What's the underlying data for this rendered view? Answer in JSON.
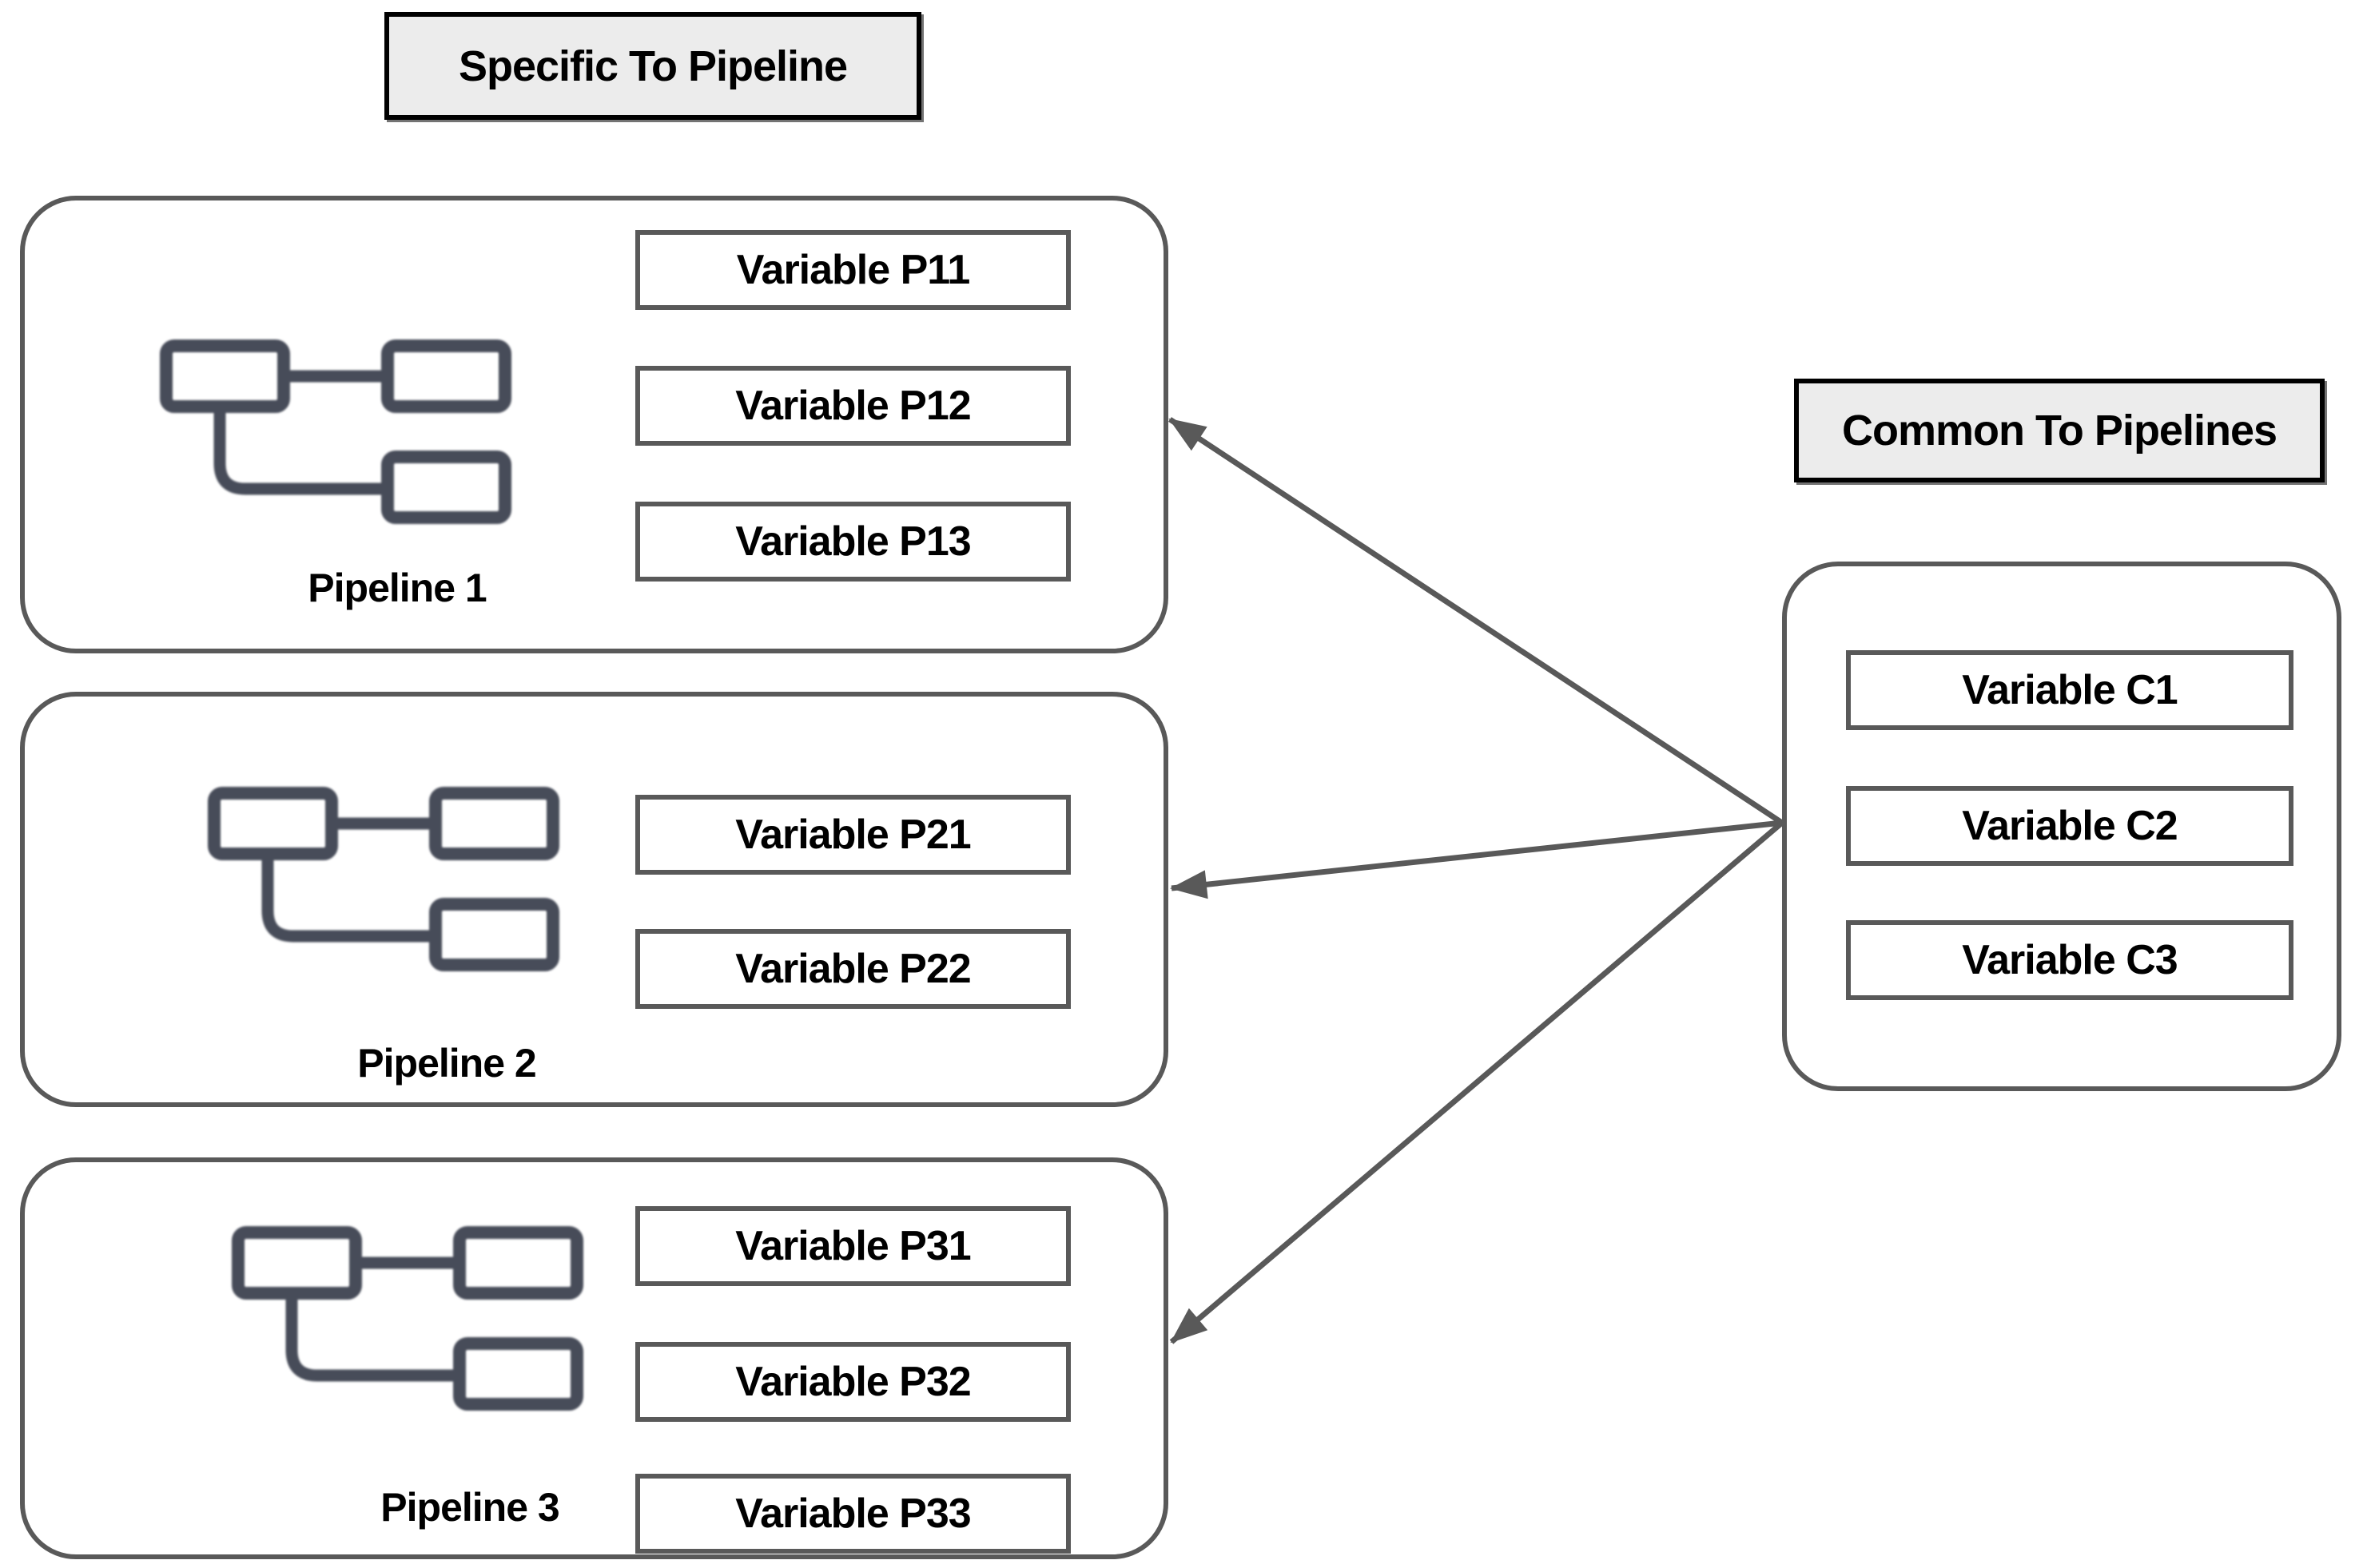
{
  "diagram": {
    "titles": {
      "specific": "Specific To Pipeline",
      "common": "Common To Pipelines"
    },
    "pipelines": [
      {
        "label": "Pipeline 1",
        "variables": [
          "Variable P11",
          "Variable P12",
          "Variable P13"
        ]
      },
      {
        "label": "Pipeline 2",
        "variables": [
          "Variable P21",
          "Variable P22"
        ]
      },
      {
        "label": "Pipeline 3",
        "variables": [
          "Variable P31",
          "Variable P32",
          "Variable P33"
        ]
      }
    ],
    "common_group": {
      "variables": [
        "Variable C1",
        "Variable C2",
        "Variable C3"
      ]
    },
    "icons": {
      "pipeline": "flowchart-pipeline-icon"
    },
    "arrows": {
      "from": "common-group-left-edge",
      "to": [
        "pipeline-1",
        "pipeline-2",
        "pipeline-3"
      ]
    },
    "colors": {
      "border_gray": "#595959",
      "icon_slate": "#474c59",
      "title_bg": "#ececec",
      "title_border": "#000000",
      "text": "#000000",
      "background": "#ffffff"
    }
  }
}
